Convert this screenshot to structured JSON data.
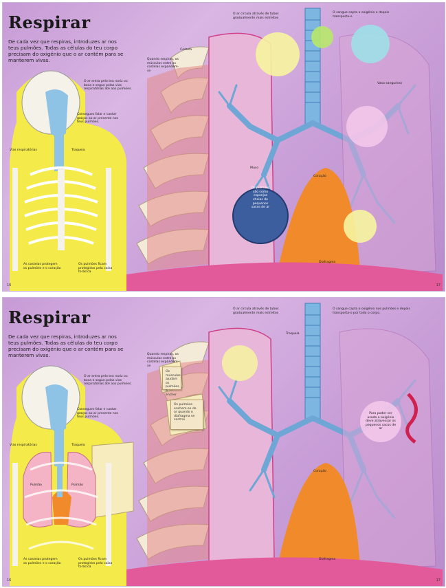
{
  "top": {
    "title": "Respirar",
    "intro": "De cada vez que respiras, introduzes ar nos teus pulmões. Todas as células do teu corpo precisam do oxigénio que o ar contém para se manterem vivas.",
    "labels": {
      "mouth_nose": "O ar entra pelo teu nariz ou boca e segue pelas vias respiratórias até aos pulmões.",
      "cough": "Consegues falar e cantar graças ao ar presente nos teus pulmões.",
      "airways": "Vias respiratórias",
      "windpipe": "Traqueia",
      "ribs_protect": "As costelas protegem os pulmões e o coração",
      "sternum": "Os pulmões ficam protegidos pela caixa torácica",
      "muscles": "Quando respiras, os músculos entre as costelas expandem-se",
      "ribcage": "Costela",
      "bronchi": "O ar circula através de tubos gradualmente mais estreitos",
      "blood_oxygen": "O sangue capta o oxigénio e depois transporta-o",
      "alveoli": "Os pulmões são como esponjas cheias de pequenos sacos de ar",
      "diaphragm": "Diafragma",
      "heart": "Coração",
      "mucus": "Muco",
      "blood_vessel": "Vaso sanguíneo"
    },
    "page_left": "16",
    "page_right": "17"
  },
  "bottom": {
    "title": "Respirar",
    "intro": "De cada vez que respiras, introduzes ar nos teus pulmões. Todas as células do teu corpo precisam do oxigénio que o ar contém para se manterem vivas.",
    "labels": {
      "mouth_nose": "O ar entra pelo teu nariz ou boca e segue pelas vias respiratórias até aos pulmões.",
      "cough": "Consegues falar e cantar graças ao ar presente nos teus pulmões.",
      "airways": "Vias respiratórias",
      "windpipe": "Traqueia",
      "ribs_protect": "As costelas protegem os pulmões e o coração",
      "sternum": "Os pulmões ficam protegidos pela caixa torácica",
      "muscles": "Quando respiras, os músculos entre as costelas expandem-se",
      "flap1": "Os músculos ajudam os pulmões a encher",
      "flap2": "Os pulmões enchem-se de ar quando o diafragma se contrai",
      "bronchi": "O ar circula através de tubos gradualmente mais estreitos",
      "blood_oxygen": "O sangue capta o oxigénio nos pulmões e depois transporta-o por todo o corpo.",
      "alveoli_bubble": "Para poder ser usado o oxigénio deve atravessar os pequenos sacos de ar",
      "lung_left": "Pulmão",
      "lung_right": "Pulmão",
      "heart": "Coração",
      "diaphragm": "Diafragma",
      "windpipe_top": "Traqueia"
    },
    "page_left": "16",
    "page_right": "17"
  },
  "colors": {
    "background": "#c9a0d8",
    "bronchi_blue": "#6ea6d6",
    "rib_bone": "#f3ead7",
    "muscle": "#e48a8a",
    "diaphragm_pink": "#e35a9a",
    "heart_orange": "#f08a2a",
    "skin_yellow": "#f6ec45"
  }
}
